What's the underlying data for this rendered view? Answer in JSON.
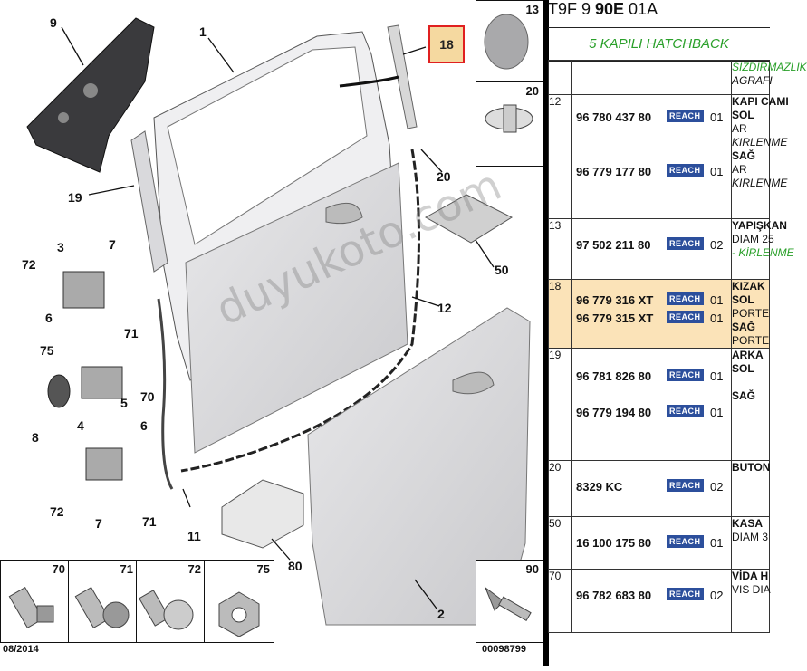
{
  "diagram": {
    "callouts": [
      "9",
      "1",
      "18",
      "19",
      "20",
      "3",
      "7",
      "72",
      "6",
      "71",
      "75",
      "5",
      "70",
      "8",
      "4",
      "6",
      "72",
      "7",
      "71",
      "11",
      "80",
      "50",
      "12",
      "2"
    ],
    "highlighted_callout": "18",
    "watermark": "duyukoto.com",
    "date_code": "08/2014",
    "doc_code": "00098799",
    "thumbnails": [
      {
        "num": "13",
        "icon": "plug-disc-icon"
      },
      {
        "num": "20",
        "icon": "push-clip-icon"
      },
      {
        "num": "70",
        "icon": "screw-icon"
      },
      {
        "num": "71",
        "icon": "flange-screw-icon"
      },
      {
        "num": "72",
        "icon": "washer-screw-icon"
      },
      {
        "num": "75",
        "icon": "nut-icon"
      },
      {
        "num": "90",
        "icon": "rivet-icon"
      }
    ]
  },
  "header": {
    "ref_prefix": "T9F 9 ",
    "ref_bold": "90E",
    "ref_suffix": " 01A",
    "model": "5 KAPILI HATCHBACK"
  },
  "parts": [
    {
      "no": "",
      "items": [],
      "desc": [
        {
          "t": "SIZDIRMAZLIK",
          "s": "g"
        },
        {
          "t": "AGRAFI",
          "s": "i"
        }
      ]
    },
    {
      "no": "12",
      "items": [
        {
          "num": "96 780 437 80",
          "reach": "REACH",
          "qty": "01"
        },
        {
          "num": "96 779 177 80",
          "reach": "REACH",
          "qty": "01"
        }
      ],
      "desc": [
        {
          "t": "KAPI CAMI",
          "s": "b"
        },
        {
          "t": "SOL",
          "s": "b"
        },
        {
          "t": "AR",
          "s": ""
        },
        {
          "t": "KIRLENME",
          "s": "i"
        },
        {
          "t": "SAĞ",
          "s": "b"
        },
        {
          "t": "AR",
          "s": ""
        },
        {
          "t": "KIRLENME",
          "s": "i"
        }
      ]
    },
    {
      "no": "13",
      "items": [
        {
          "num": "97 502 211 80",
          "reach": "REACH",
          "qty": "02"
        }
      ],
      "desc": [
        {
          "t": "YAPIŞKAN",
          "s": "b"
        },
        {
          "t": "DIAM 25",
          "s": ""
        },
        {
          "t": "- KİRLENME",
          "s": "g"
        }
      ]
    },
    {
      "no": "18",
      "highlight": true,
      "items": [
        {
          "num": "96 779 316 XT",
          "reach": "REACH",
          "qty": "01"
        },
        {
          "num": "96 779 315 XT",
          "reach": "REACH",
          "qty": "01"
        }
      ],
      "desc": [
        {
          "t": "KIZAK",
          "s": "b"
        },
        {
          "t": "SOL",
          "s": "b"
        },
        {
          "t": "PORTE",
          "s": ""
        },
        {
          "t": "SAĞ",
          "s": "b"
        },
        {
          "t": "PORTE",
          "s": ""
        }
      ]
    },
    {
      "no": "19",
      "items": [
        {
          "num": "96 781 826 80",
          "reach": "REACH",
          "qty": "01"
        },
        {
          "num": "96 779 194 80",
          "reach": "REACH",
          "qty": "01"
        }
      ],
      "desc": [
        {
          "t": "ARKA",
          "s": "b"
        },
        {
          "t": "SOL",
          "s": "b"
        },
        {
          "t": "",
          "s": ""
        },
        {
          "t": "SAĞ",
          "s": "b"
        }
      ]
    },
    {
      "no": "20",
      "items": [
        {
          "num": "8329 KC",
          "reach": "REACH",
          "qty": "02"
        }
      ],
      "desc": [
        {
          "t": "BUTON",
          "s": "b"
        }
      ]
    },
    {
      "no": "50",
      "items": [
        {
          "num": "16 100 175 80",
          "reach": "REACH",
          "qty": "01"
        }
      ],
      "desc": [
        {
          "t": "KASA",
          "s": "b"
        },
        {
          "t": "DIAM 3",
          "s": ""
        }
      ]
    },
    {
      "no": "70",
      "items": [
        {
          "num": "96 782 683 80",
          "reach": "REACH",
          "qty": "02"
        }
      ],
      "desc": [
        {
          "t": "VİDA H",
          "s": "b"
        },
        {
          "t": "VIS DIA",
          "s": ""
        }
      ]
    }
  ]
}
